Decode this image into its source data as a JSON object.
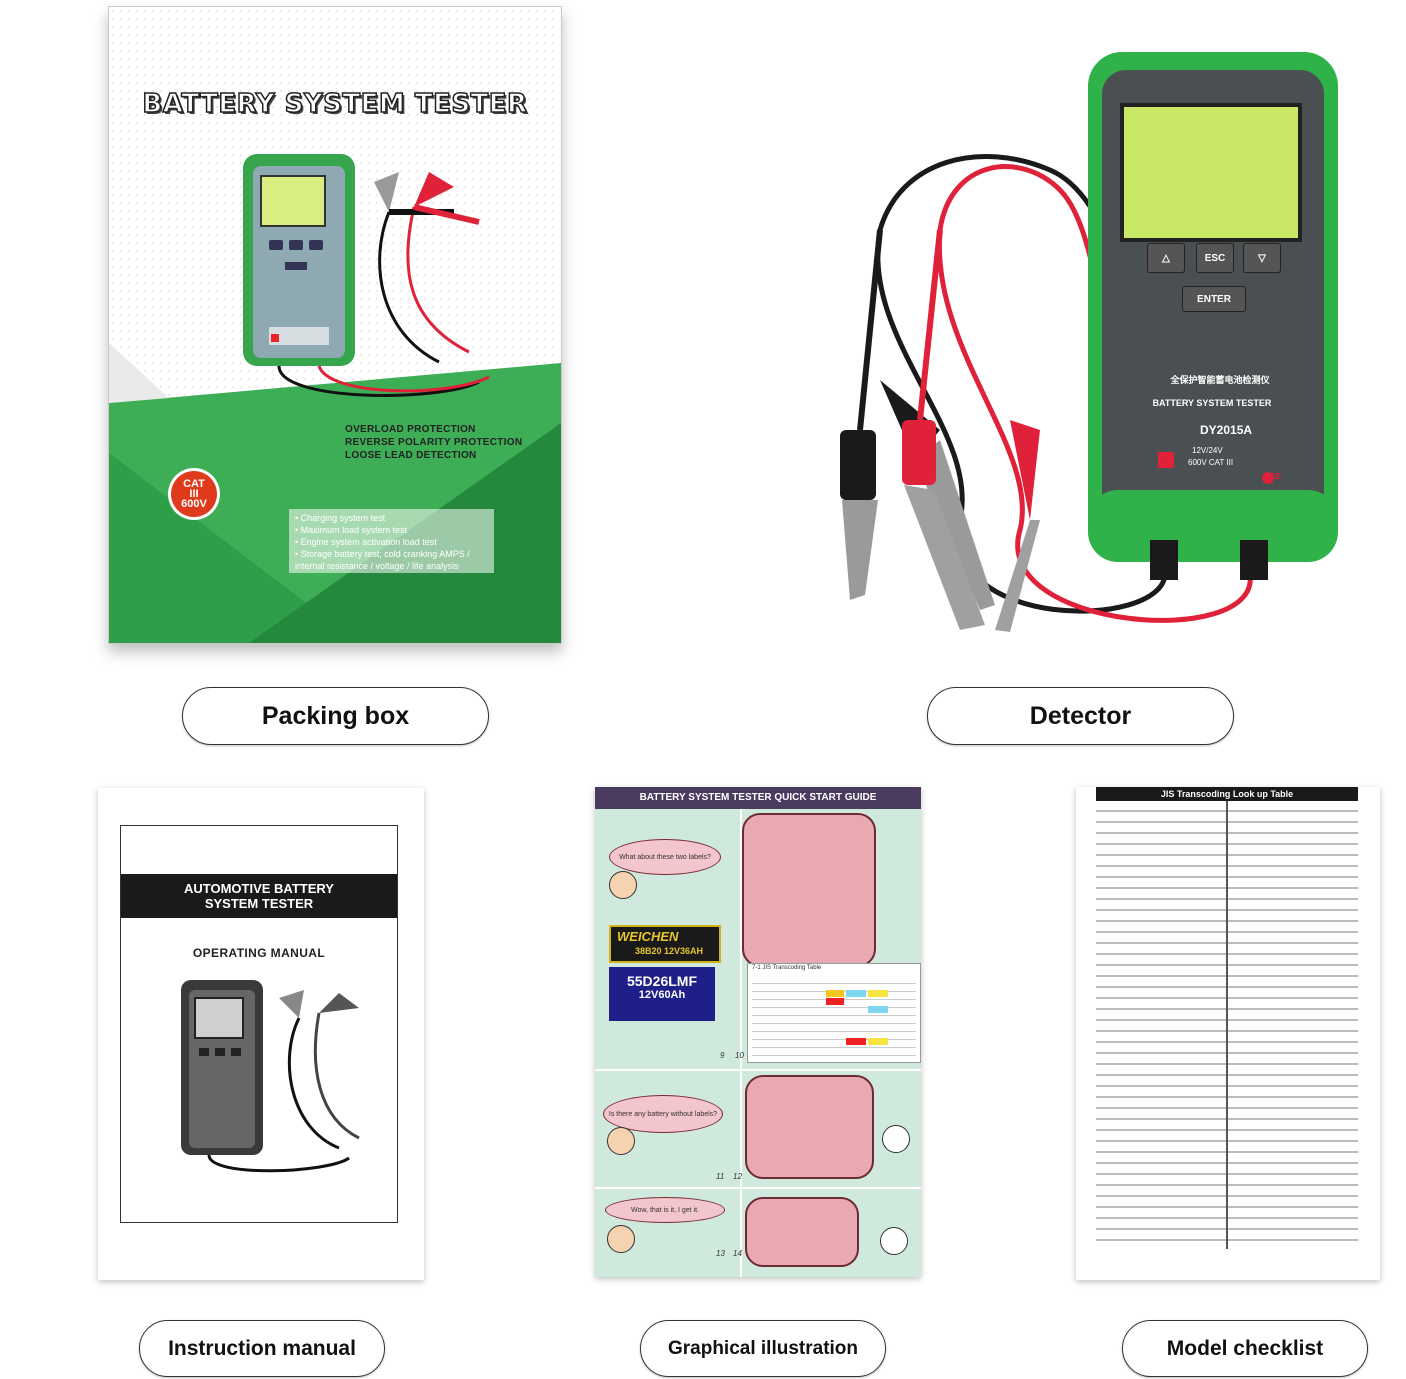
{
  "labels": {
    "packing_box": "Packing box",
    "detector": "Detector",
    "instruction_manual": "Instruction manual",
    "graphical_illustration": "Graphical illustration",
    "model_checklist": "Model checklist"
  },
  "box": {
    "title": "BATTERY SYSTEM TESTER",
    "features": [
      "OVERLOAD PROTECTION",
      "REVERSE POLARITY PROTECTION",
      "LOOSE LEAD DETECTION"
    ],
    "tests": [
      "• Charging system test",
      "• Maximum load system test",
      "• Engine system activation load test",
      "• Storage battery test; cold cranking AMPS /",
      "  internal resistance / voltage / life analysis"
    ],
    "cat_badge": [
      "CAT",
      "III",
      "600V"
    ]
  },
  "detector": {
    "buttons": [
      "△",
      "ESC",
      "▽"
    ],
    "enter": "ENTER",
    "chinese_label": "全保护智能蓄电池检测仪",
    "device_label": "BATTERY SYSTEM TESTER",
    "model": "DY2015A",
    "rating_line1": "12V/24V",
    "rating_line2": "600V CAT III",
    "ce": "CE"
  },
  "manual": {
    "title_line1": "AUTOMOTIVE BATTERY",
    "title_line2": "SYSTEM TESTER",
    "subtitle": "OPERATING MANUAL"
  },
  "guide": {
    "header": "BATTERY SYSTEM TESTER QUICK START GUIDE",
    "q1": "What about these two labels?",
    "q2": "Is there any battery without labels?",
    "q3": "Wow, that is it, I get it.",
    "sticker_brand": "WEICHEN",
    "sticker_model": "38B20 12V36AH",
    "label2_line1": "55D26LMF",
    "label2_line2": "12V60Ah",
    "table_title": "7-1 JIS Transcoding Table",
    "page_9": "9",
    "page_10": "10",
    "page_11": "11",
    "page_12": "12",
    "page_13": "13",
    "page_14": "14"
  },
  "checklist": {
    "header": "JIS Transcoding Look up Table"
  },
  "colors": {
    "device_green": "#2fb24a",
    "device_body": "#4a4f52",
    "lcd": "#c9e865",
    "cable_red": "#e0213a",
    "cable_black": "#1a1a1a",
    "box_green": "#2f9e48"
  }
}
